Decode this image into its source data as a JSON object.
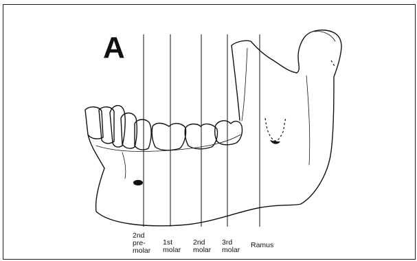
{
  "figure": {
    "panel_letter": "A",
    "section_labels": [
      {
        "id": "premolar-2",
        "lines": [
          "2nd",
          "pre-",
          "molar"
        ]
      },
      {
        "id": "molar-1",
        "lines": [
          "1st",
          "molar"
        ]
      },
      {
        "id": "molar-2",
        "lines": [
          "2nd",
          "molar"
        ]
      },
      {
        "id": "molar-3",
        "lines": [
          "3rd",
          "molar"
        ]
      },
      {
        "id": "ramus",
        "lines": [
          "Ramus"
        ]
      }
    ]
  }
}
